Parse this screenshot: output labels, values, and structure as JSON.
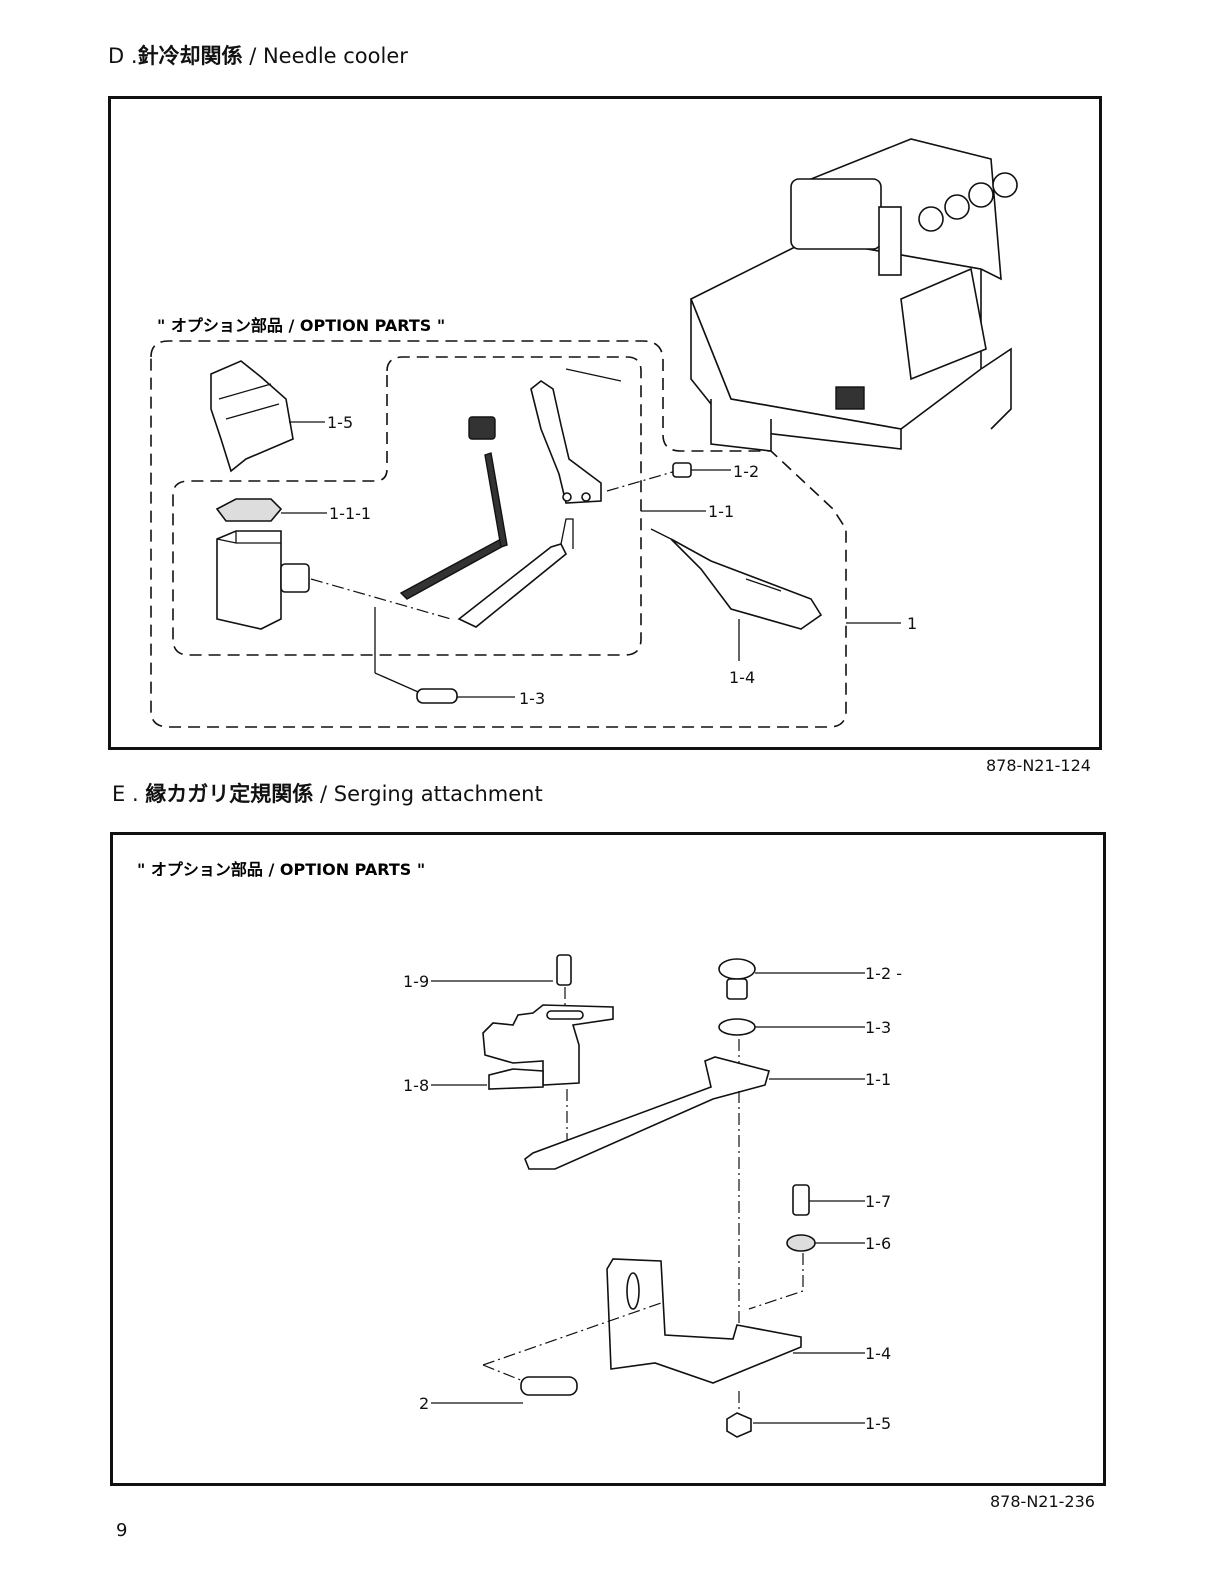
{
  "section_d": {
    "prefix": "D .",
    "title_jp": "針冷却関係",
    "title_en": " / Needle cooler",
    "option_label": "\" オプション部品 / OPTION PARTS \"",
    "figure_ref": "878-N21-124",
    "callouts": {
      "c1_5": "1-5",
      "c1_1_1": "1-1-1",
      "c1_2": "1-2",
      "c1_1": "1-1",
      "c1": "1",
      "c1_4": "1-4",
      "c1_3": "1-3"
    }
  },
  "section_e": {
    "prefix": "E .",
    "title_jp": "縁カガリ定規関係",
    "title_en": " / Serging attachment",
    "option_label": "\" オプション部品 / OPTION PARTS \"",
    "figure_ref": "878-N21-236",
    "callouts": {
      "c1_9": "1-9",
      "c1_2": "1-2 -",
      "c1_3": "1-3",
      "c1_8": "1-8",
      "c1_1": "1-1",
      "c1_7": "1-7",
      "c1_6": "1-6",
      "c1_4": "1-4",
      "c2": "2",
      "c1_5": "1-5"
    }
  },
  "page_number": "9"
}
